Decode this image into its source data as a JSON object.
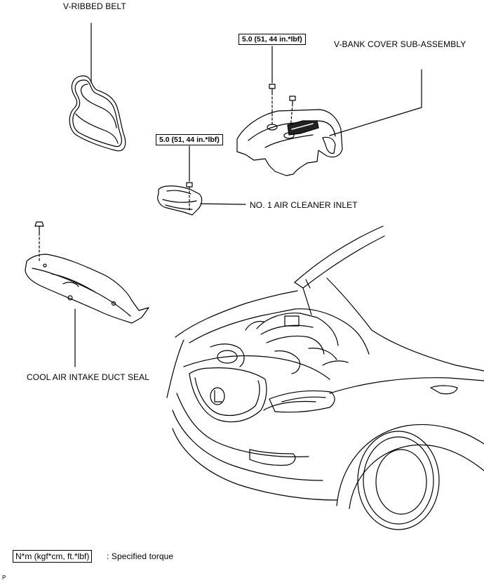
{
  "labels": {
    "v_ribbed_belt": "V-RIBBED BELT",
    "v_bank_cover": "V-BANK COVER SUB-ASSEMBLY",
    "air_cleaner_inlet": "NO. 1 AIR CLEANER INLET",
    "cool_air_seal": "COOL AIR INTAKE DUCT SEAL"
  },
  "torque": {
    "cover_bolt": "5.0 (51, 44 in.*lbf)",
    "inlet_bolt": "5.0 (51, 44 in.*lbf)"
  },
  "legend": {
    "unit_box": "N*m (kgf*cm, ft.*lbf)",
    "description": ": Specified torque"
  },
  "corner_mark": "P"
}
